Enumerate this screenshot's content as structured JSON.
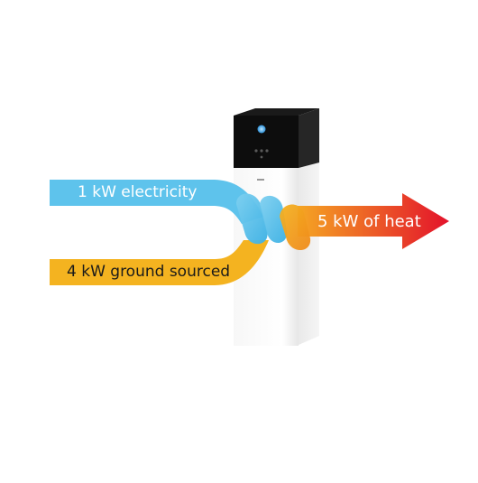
{
  "flows": {
    "electricity": {
      "label": "1 kW electricity",
      "color": "#5ec3ec"
    },
    "ground": {
      "label": "4 kW ground sourced",
      "color": "#f4b320"
    },
    "heat": {
      "label": "5 kW of heat",
      "gradient_start": "#f5a623",
      "gradient_end": "#e3122b"
    }
  },
  "unit": {
    "display_color": "#0d0d0d",
    "body_color": "#ffffff"
  }
}
